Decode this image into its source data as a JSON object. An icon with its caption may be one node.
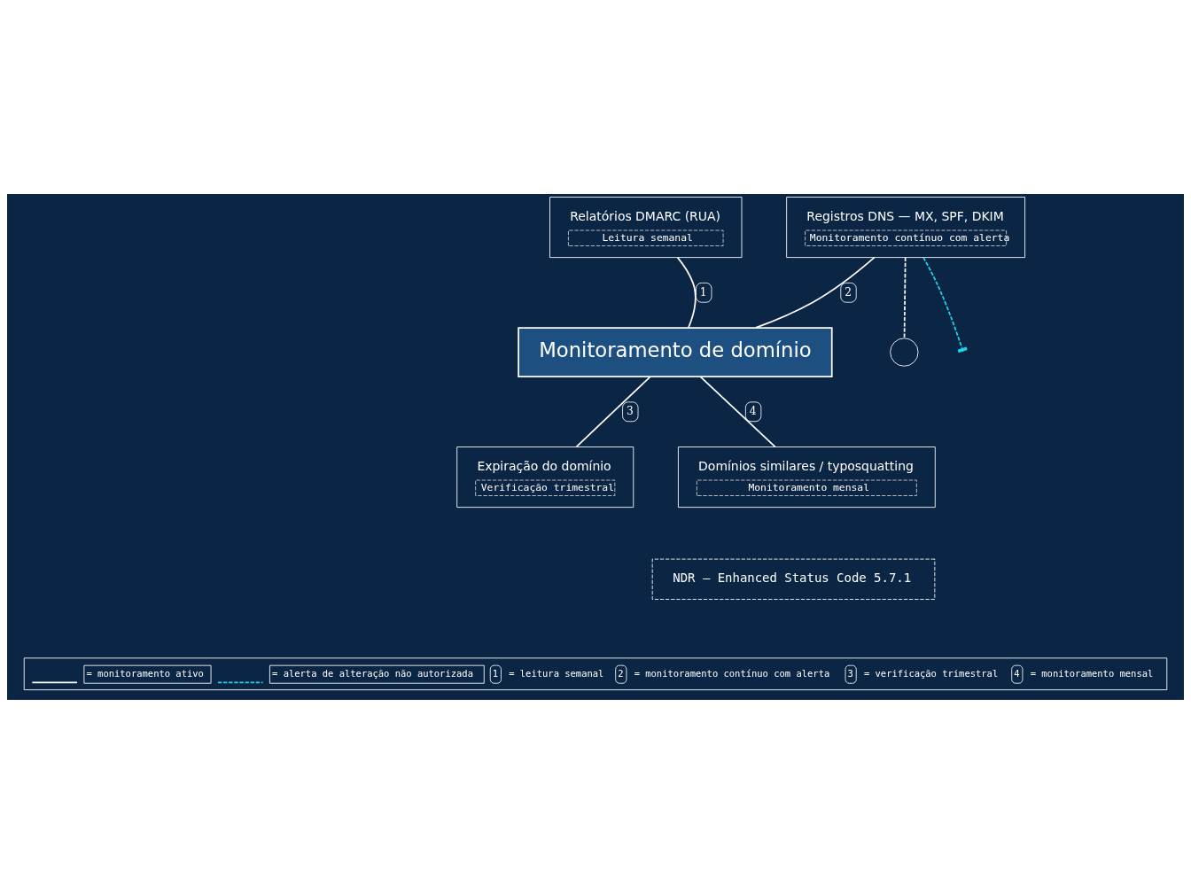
{
  "diagram": {
    "nodes": [
      {
        "text": [
          "Monitoramento de domínio"
        ]
      },
      {
        "text": [
          "Relatórios DMARC (RUA)",
          "Leitura semanal"
        ]
      },
      {
        "text": [
          "Registros DNS — MX, SPF, DKIM",
          "Monitoramento contínuo com alerta"
        ]
      },
      {
        "text": [
          "Expiração do domínio",
          "Verificação trimestral"
        ]
      },
      {
        "text": [
          "Domínios similares / typosquatting",
          "Monitoramento mensal"
        ]
      },
      {
        "text": [
          "NDR — Enhanced Status Code 5.7.1"
        ]
      },
      {
        "text": [],
        "shape": "circle"
      }
    ],
    "edges": [
      {
        "from": 0,
        "to": 1,
        "arrow": "none",
        "label": "1"
      },
      {
        "from": 0,
        "to": 2,
        "arrow": "none",
        "label": "2"
      },
      {
        "from": 0,
        "to": 3,
        "arrow": "none",
        "label": "3"
      },
      {
        "from": 0,
        "to": 4,
        "arrow": "none",
        "label": "4"
      },
      {
        "from": 2,
        "to": null,
        "arrow": "other",
        "style": "dashed",
        "color": "#22d3ee"
      },
      {
        "from": 2,
        "to": 6,
        "arrow": "none",
        "style": "dashed"
      }
    ],
    "labels": [
      "1",
      "= leitura semanal",
      "2",
      "= monitoramento contínuo com alerta",
      "3",
      "= verificação trimestral",
      "4",
      "= monitoramento mensal"
    ],
    "legend": [
      {
        "text": "= monitoramento ativo"
      },
      {
        "text": "= alerta de alteração não autorizada"
      }
    ]
  }
}
